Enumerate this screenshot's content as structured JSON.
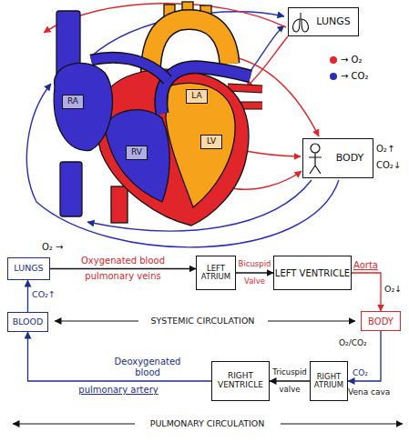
{
  "diagram": {
    "nodes": [
      {
        "text": [
          "LUNGS"
        ]
      },
      {
        "text": [
          "RA"
        ]
      },
      {
        "text": [
          "LA"
        ]
      },
      {
        "text": [
          "LV"
        ]
      },
      {
        "text": [
          "RV"
        ]
      },
      {
        "text": [
          "BODY"
        ]
      },
      {
        "text": [
          "LUNGS"
        ]
      },
      {
        "text": [
          "LEFT ATRIUM"
        ]
      },
      {
        "text": [
          "LEFT VENTRICLE"
        ]
      },
      {
        "text": [
          "BLOOD"
        ]
      },
      {
        "text": [
          "BODY"
        ]
      },
      {
        "text": [
          "RIGHT VENTRICLE"
        ]
      },
      {
        "text": [
          "RIGHT ATRIUM"
        ]
      }
    ],
    "edges": [
      {
        "from": 6,
        "to": 7,
        "arrow": "to",
        "label": "Oxygenated blood"
      },
      {
        "from": 7,
        "to": 8,
        "arrow": "to",
        "label": "Bicuspid Valve"
      },
      {
        "from": 8,
        "to": 10,
        "arrow": "to",
        "label": "Aorta"
      },
      {
        "from": 10,
        "to": 12,
        "arrow": "to",
        "label": "CO₂"
      },
      {
        "from": 12,
        "to": 11,
        "arrow": "to",
        "label": "Tricuspid valve"
      },
      {
        "from": 11,
        "to": 9,
        "arrow": "to",
        "label": "Deoxygenated blood"
      },
      {
        "from": 9,
        "to": 6,
        "arrow": "to"
      }
    ],
    "labels": [
      "O₂↑",
      "CO₂↓",
      "O₂ →",
      "pulmonary veins",
      "O₂↓",
      "CO₂↑",
      "SYSTEMIC CIRCULATION",
      "O₂/CO₂",
      "Vena cava",
      "pulmonary artery",
      "PULMONARY CIRCULATION"
    ],
    "legend": [
      {
        "text": "→ O₂",
        "color": "#e0262b"
      },
      {
        "text": "→ CO₂",
        "color": "#2a2fb8"
      }
    ]
  }
}
